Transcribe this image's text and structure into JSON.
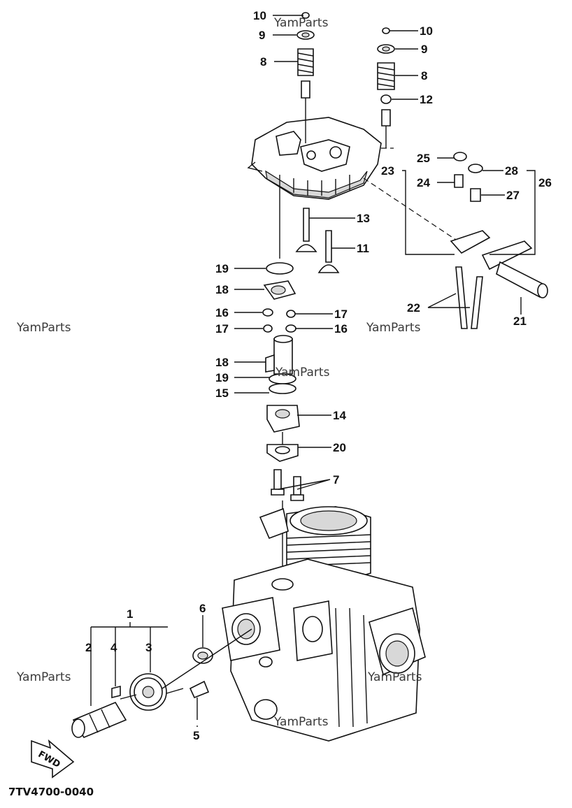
{
  "callouts": {
    "c10a": "10",
    "c9a": "9",
    "c8a": "8",
    "c10b": "10",
    "c9b": "9",
    "c8b": "8",
    "c12": "12",
    "c25": "25",
    "c23": "23",
    "c24": "24",
    "c28": "28",
    "c26": "26",
    "c27": "27",
    "c13": "13",
    "c11": "11",
    "c19a": "19",
    "c18a": "18",
    "c16a": "16",
    "c17a": "17",
    "c17b": "17",
    "c16b": "16",
    "c22": "22",
    "c21": "21",
    "c18b": "18",
    "c19b": "19",
    "c15": "15",
    "c14": "14",
    "c20": "20",
    "c7": "7",
    "c1": "1",
    "c2": "2",
    "c4": "4",
    "c3": "3",
    "c6": "6",
    "c5": "5"
  },
  "watermarks": {
    "w1": "YamParts",
    "w2": "YamParts",
    "w3": "YamParts",
    "w4": "YamParts",
    "w5": "YamParts",
    "w6": "YamParts",
    "w7": "YamParts"
  },
  "fwd_label": "FWD",
  "diagram_code": "7TV4700-0040"
}
